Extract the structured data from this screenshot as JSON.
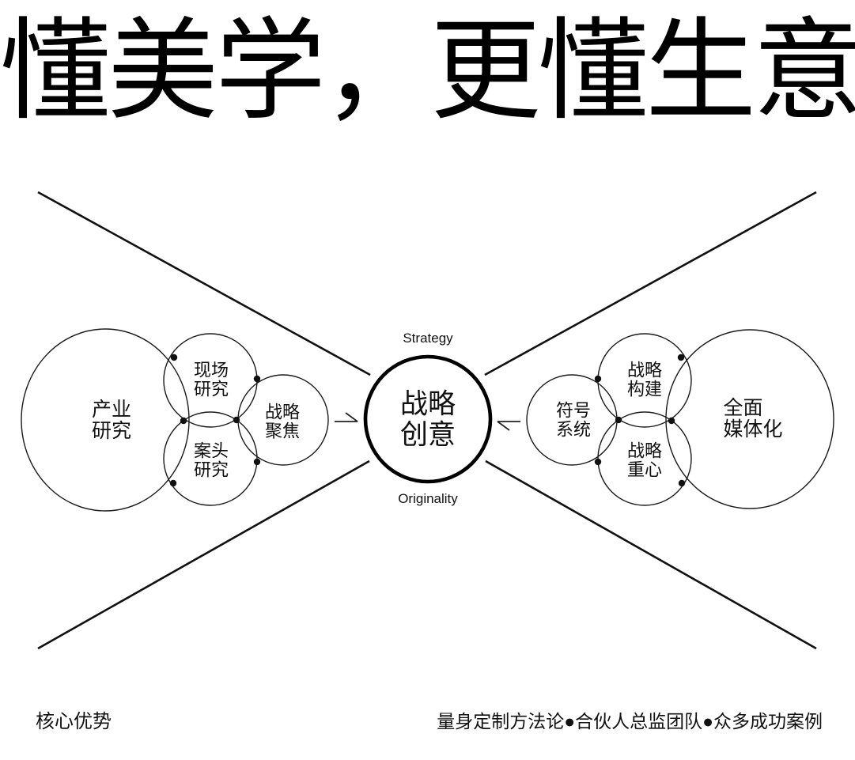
{
  "title": "懂美学，更懂生意",
  "diagram": {
    "captions": {
      "top": "Strategy",
      "bottom": "Originality"
    },
    "center_circle": {
      "label": "战略\n创意"
    },
    "left_cluster": {
      "industry_research": "产业\n研究",
      "field_research": "现场\n研究",
      "desk_research": "案头\n研究",
      "strategy_focus": "战略\n聚焦"
    },
    "right_cluster": {
      "symbol_system": "符号\n系统",
      "strategy_build": "战略\n构建",
      "strategy_gravity": "战略\n重心",
      "full_mediaization": "全面\n媒体化"
    }
  },
  "footer": {
    "left_label": "核心优势",
    "right_label": "量身定制方法论●合伙人总监团队●众多成功案例"
  },
  "colors": {
    "ink": "#111111",
    "background": "#ffffff"
  }
}
